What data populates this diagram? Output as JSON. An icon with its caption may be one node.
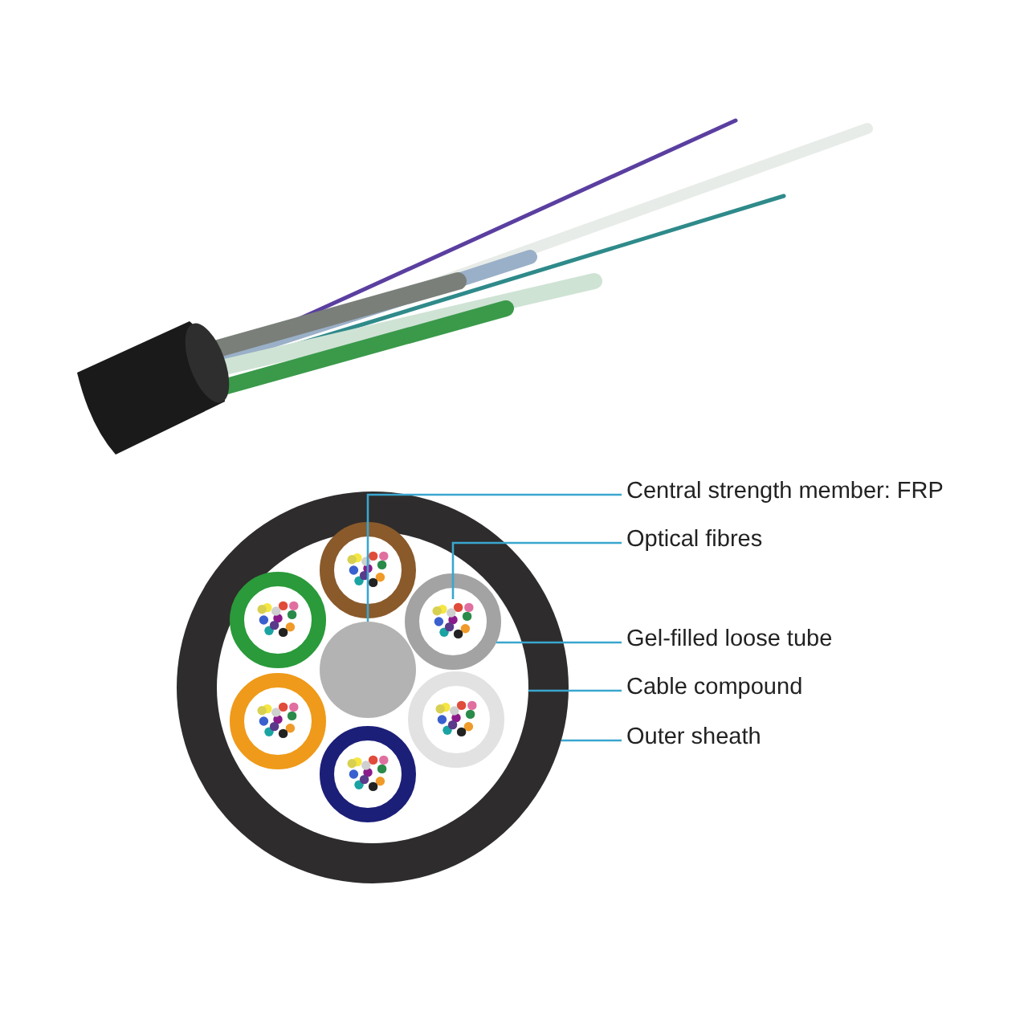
{
  "diagram": {
    "nodes": [
      {
        "text": [
          "Central strength member: FRP"
        ]
      },
      {
        "text": [
          "Optical fibres"
        ]
      },
      {
        "text": [
          "Gel-filled loose tube"
        ]
      },
      {
        "text": [
          "Cable compound"
        ]
      },
      {
        "text": [
          "Outer sheath"
        ]
      },
      {
        "text": [],
        "shape": "circle",
        "in": 8
      },
      {
        "text": [],
        "shape": "circle",
        "in": 7
      },
      {
        "text": [],
        "shape": "circle",
        "in": 8
      },
      {
        "text": [],
        "shape": "circle",
        "in": 9
      },
      {
        "text": [],
        "shape": "circle"
      }
    ],
    "edges": [
      {
        "from": 0,
        "to": 5,
        "arrow": "none"
      },
      {
        "from": 1,
        "to": 6,
        "arrow": "none"
      },
      {
        "from": 2,
        "to": 7,
        "arrow": "none"
      },
      {
        "from": 3,
        "to": 8,
        "arrow": "none"
      },
      {
        "from": 4,
        "to": 9,
        "arrow": "none"
      }
    ]
  }
}
